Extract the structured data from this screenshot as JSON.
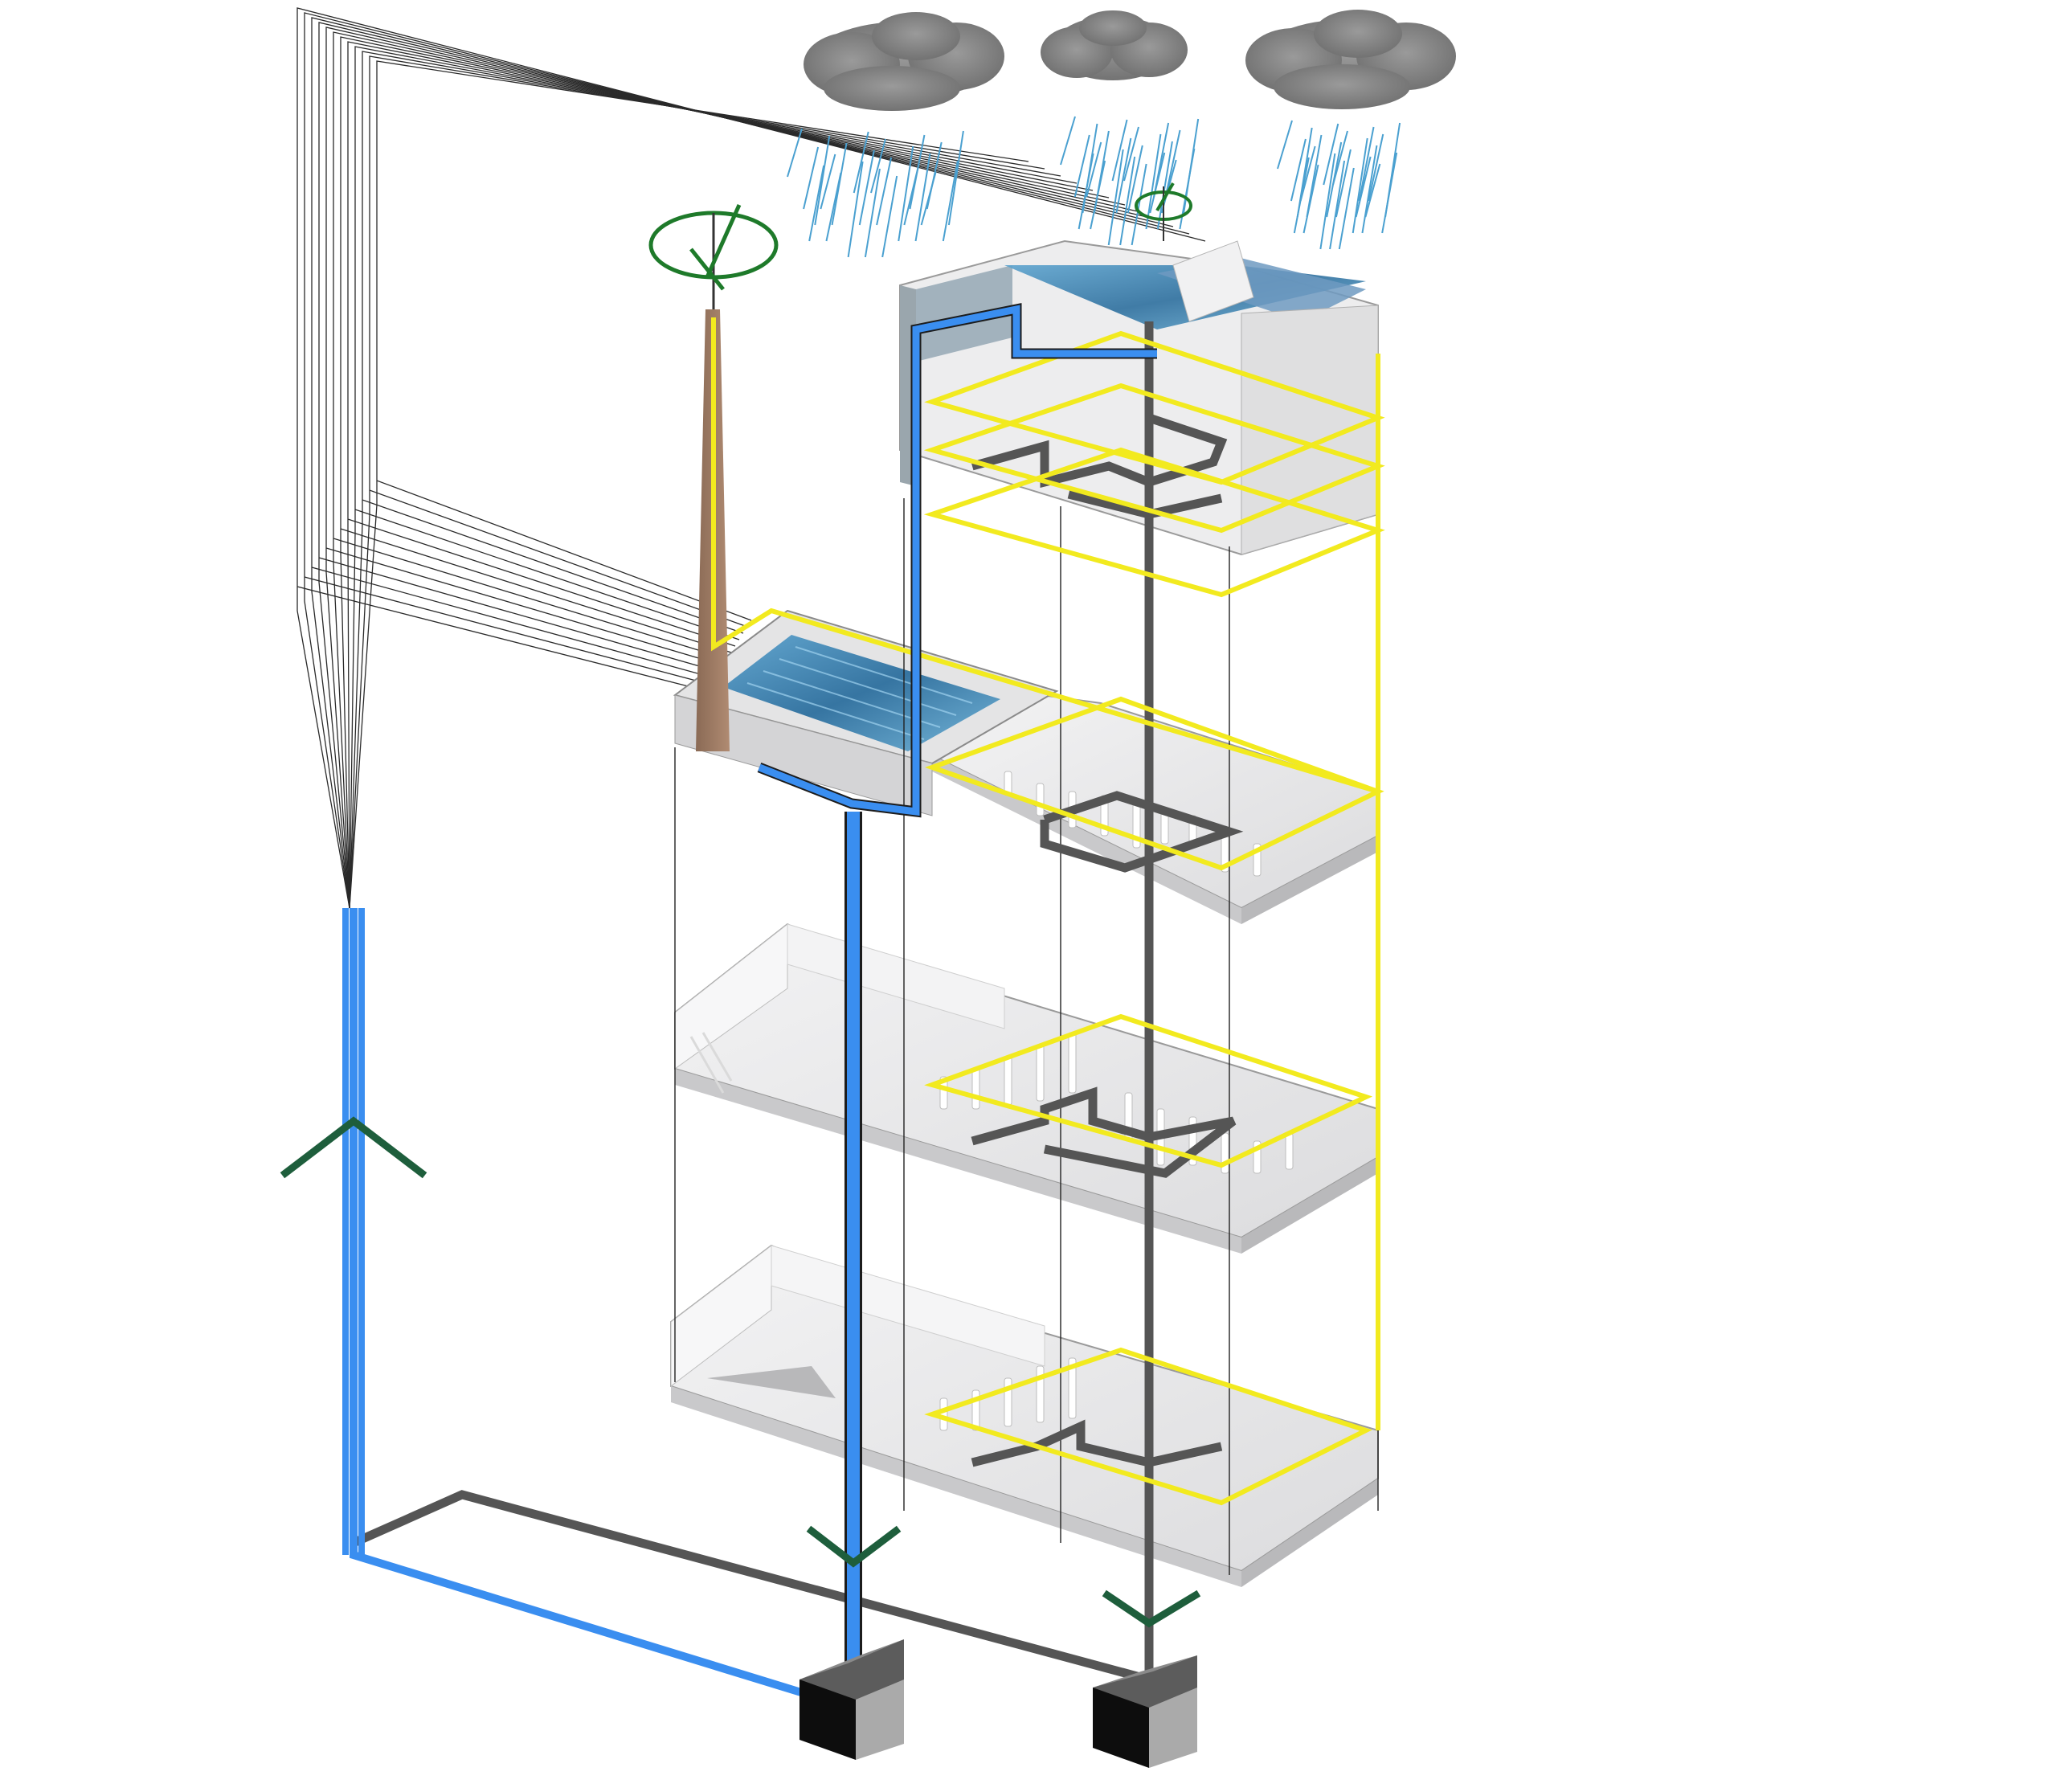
{
  "diagram": {
    "kind": "building-systems-axonometric",
    "labels": [],
    "colors": {
      "background": "#ffffff",
      "rainwater_pipe": "#3a8ef0",
      "grey_pipe": "#555555",
      "yellow_circuit": "#f2ea1f",
      "wind_turbine": "#1e7a2a",
      "flow_arrow": "#1e5e3c",
      "floor_slab": "#e9e9ea",
      "floor_shade": "#c9c9cb",
      "roof_water": "#3d86b5",
      "cloud": "#8c8c8c",
      "rain": "#4aa0d0",
      "tank": "#111111",
      "thin_lines": "#222222"
    },
    "components": [
      {
        "name": "rain-clouds",
        "count": 3
      },
      {
        "name": "wind-turbines",
        "count": 2
      },
      {
        "name": "green-roof-levels",
        "count": 2
      },
      {
        "name": "occupied-floors",
        "count": 3
      },
      {
        "name": "storage-tanks",
        "count": 2
      },
      {
        "name": "flow-arrows",
        "count": 3
      }
    ]
  }
}
